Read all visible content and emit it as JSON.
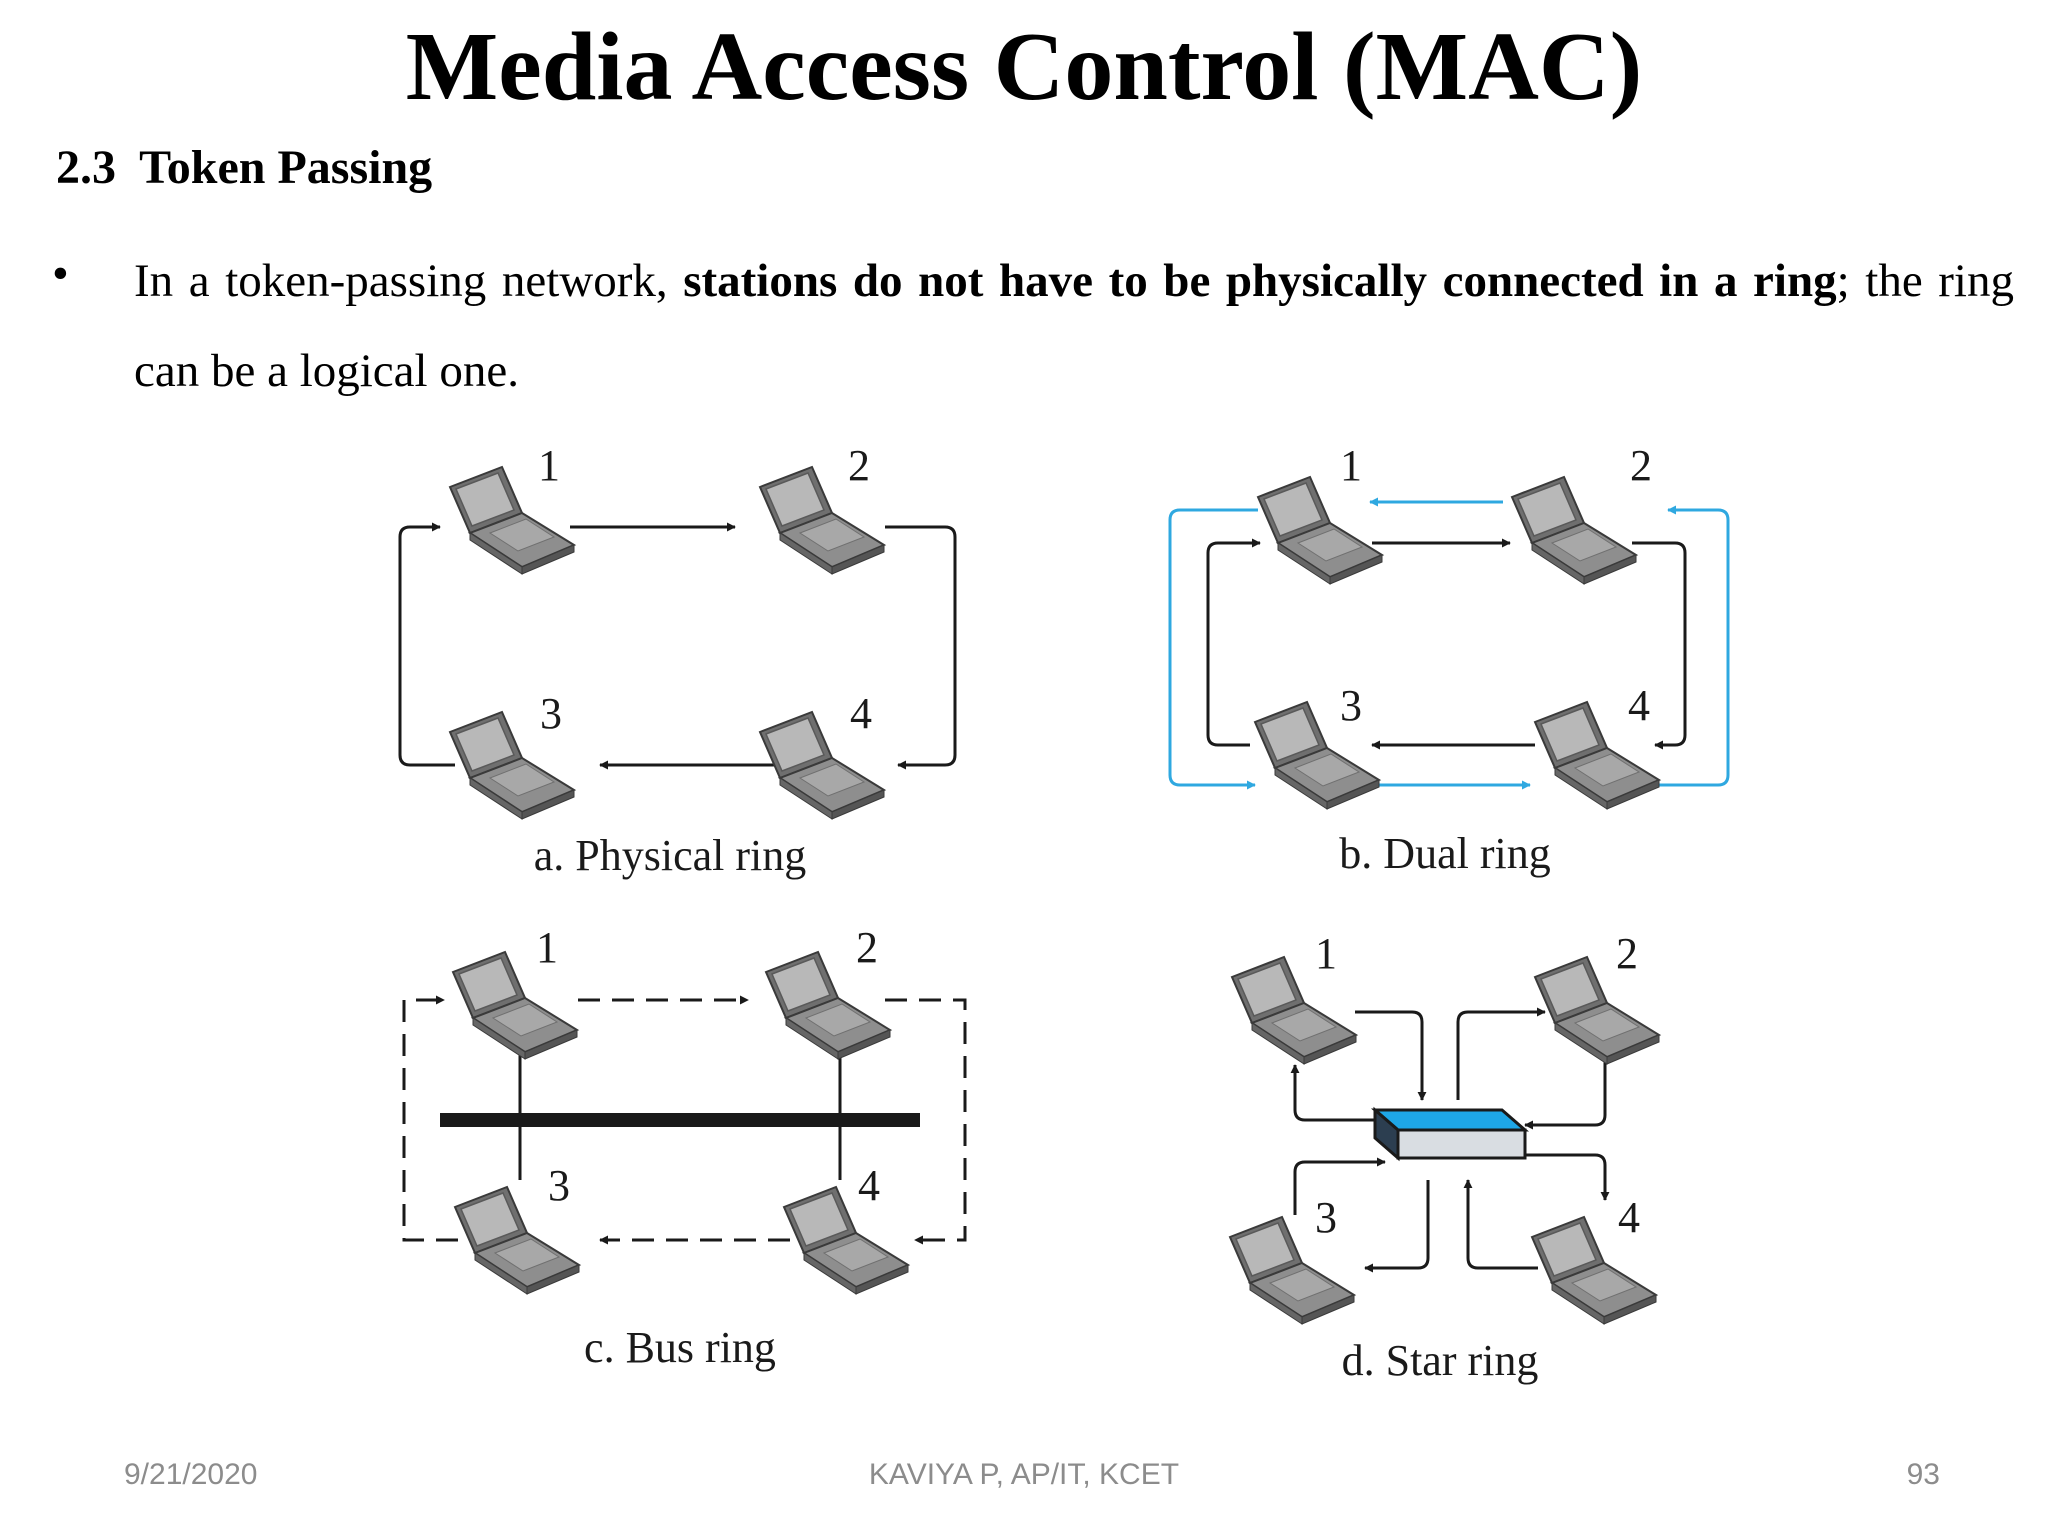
{
  "slide": {
    "title": "Media Access Control (MAC)",
    "section": "2.3  Token Passing",
    "bullet_marker": "•",
    "paragraph": {
      "part1": "In a token-passing network, ",
      "bold": "stations do not have to be physically connected in a ring",
      "part2": "; the ring can be a logical one."
    }
  },
  "diagram": {
    "panels": [
      {
        "id": "a",
        "caption": "a. Physical ring",
        "stations": [
          "1",
          "2",
          "3",
          "4"
        ]
      },
      {
        "id": "b",
        "caption": "b. Dual ring",
        "stations": [
          "1",
          "2",
          "3",
          "4"
        ]
      },
      {
        "id": "c",
        "caption": "c. Bus ring",
        "stations": [
          "1",
          "2",
          "3",
          "4"
        ]
      },
      {
        "id": "d",
        "caption": "d. Star ring",
        "stations": [
          "1",
          "2",
          "3",
          "4"
        ]
      }
    ],
    "colors": {
      "line": "#1a1a1a",
      "secondary_ring": "#2fa8e0",
      "hub_top": "#1ea6e6",
      "hub_side": "#d9dde2",
      "laptop_body": "#8e8e8e",
      "laptop_screen": "#b3b3b3"
    }
  },
  "footer": {
    "date": "9/21/2020",
    "author": "KAVIYA P, AP/IT, KCET",
    "page": "93"
  }
}
